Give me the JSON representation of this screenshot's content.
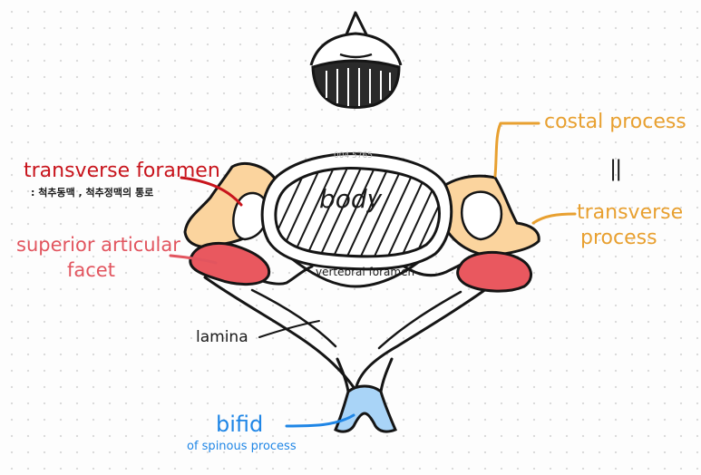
{
  "labels": {
    "transverse_foramen": "transverse foramen",
    "transverse_foramen_note": ": 척추동맥 , 척추정맥의 통로",
    "superior_articular_facet_line1": "superior articular",
    "superior_articular_facet_line2": "facet",
    "costal_process": "costal process",
    "equivalence_mark": "||",
    "transverse_process_line1": "transverse",
    "transverse_process_line2": "process",
    "body": "body",
    "body_watermark": "004 5765",
    "vertebral_foramen": "vertebral foramen",
    "lamina": "lamina",
    "bifid": "bifid",
    "bifid_sub": "of spinous process"
  },
  "colors": {
    "bone_fill": "#fbd49e",
    "facet_fill": "#e9585f",
    "bifid_fill": "#a9d4f7",
    "red_label": "#c8141c",
    "pink_label": "#e2555f",
    "orange_label": "#e8a030",
    "blue_label": "#1f86e6",
    "outline": "#151515"
  }
}
